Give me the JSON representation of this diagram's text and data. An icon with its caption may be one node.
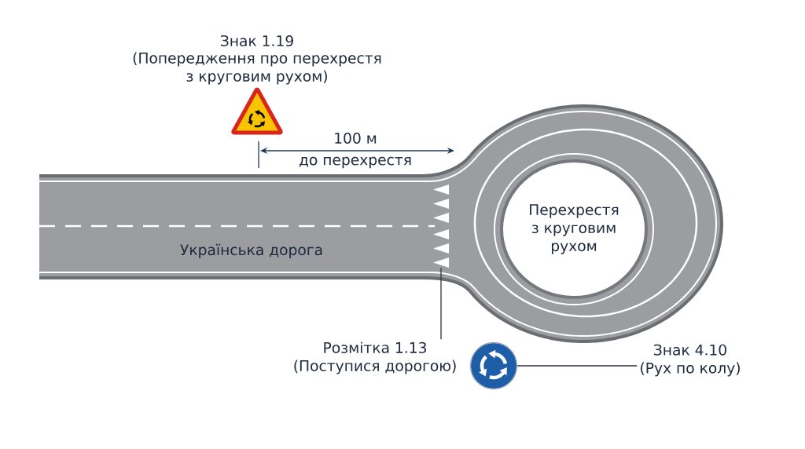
{
  "diagram": {
    "nodes": [
      {
        "text": [],
        "shape": "picture",
        "beside": [
          "Знак 1.19",
          "(Попередження про перехрестя з круговим рухом)"
        ]
      },
      {
        "text": [
          "Українська дорога"
        ]
      },
      {
        "text": [],
        "shape": "triangle",
        "in": 1
      },
      {
        "text": [
          "Перехрестя з круговим рухом"
        ]
      },
      {
        "text": [
          "Розмітка 1.13",
          "(Поступися дорогою)"
        ]
      },
      {
        "text": [],
        "shape": "picture"
      },
      {
        "text": [
          "Знак 4.10",
          "(Рух по колу)"
        ]
      }
    ],
    "edges": [
      {
        "from": 4,
        "to": 2,
        "arrow": "none"
      },
      {
        "from": 6,
        "to": 5,
        "arrow": "none"
      }
    ],
    "labels": [
      "100 м",
      "до перехрестя"
    ]
  }
}
